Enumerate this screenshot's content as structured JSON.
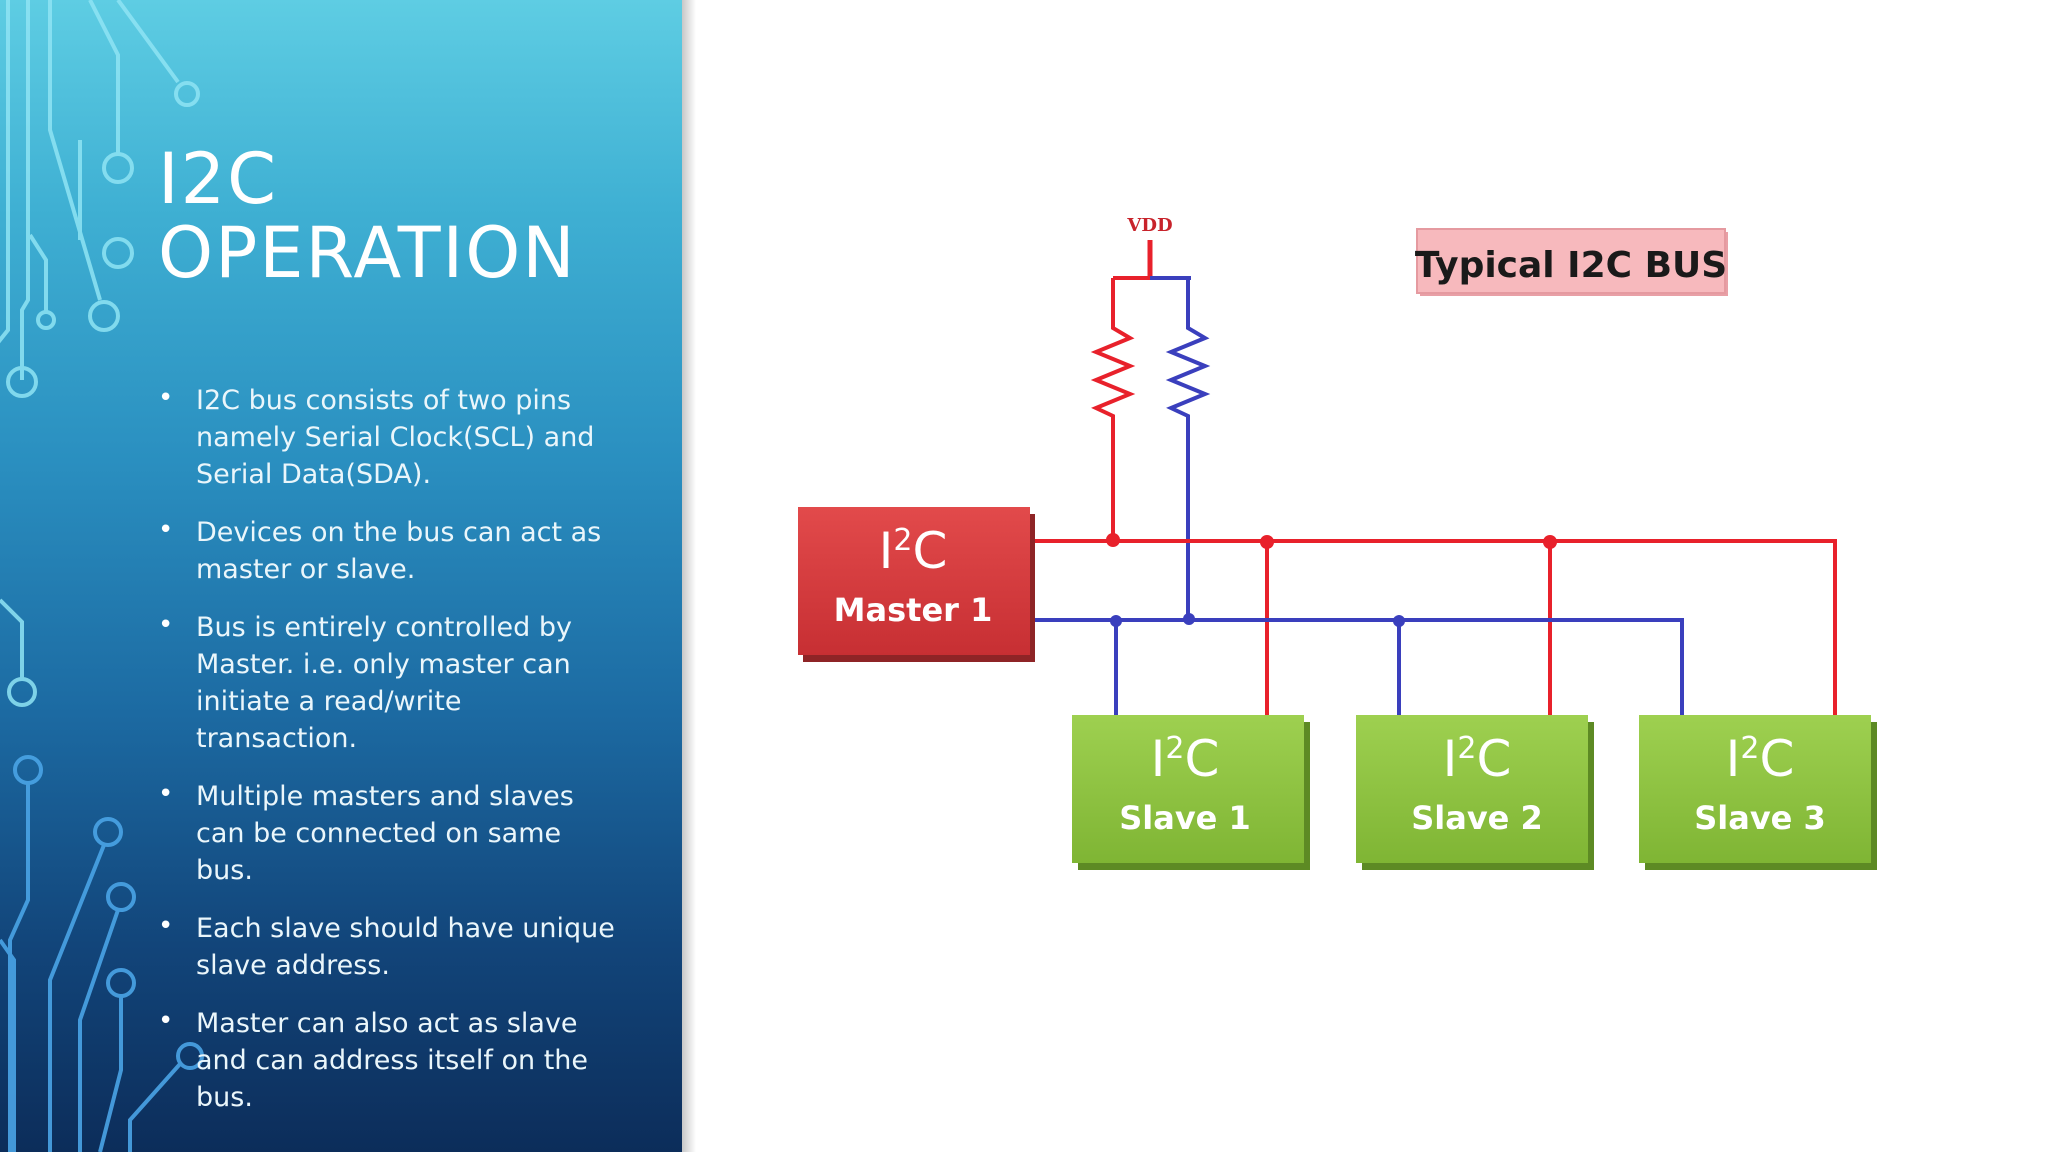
{
  "slide": {
    "title_lines": [
      "I2C",
      "OPERATION"
    ],
    "bullets": [
      "I2C bus consists of two pins namely Serial Clock(SCL) and Serial Data(SDA).",
      "Devices on the bus can act as master or slave.",
      "Bus is entirely controlled by Master. i.e. only master can initiate a read/write transaction.",
      "Multiple masters and slaves can be connected on same bus.",
      "Each slave should have unique slave address.",
      "Master can also act as slave and can address itself on the bus."
    ]
  },
  "diagram": {
    "banner": "Typical I2C BUS",
    "supply_label": "VDD",
    "master": {
      "prefix": "I",
      "superscript": "2",
      "suffix": "C",
      "name": "Master 1"
    },
    "slaves": [
      {
        "prefix": "I",
        "superscript": "2",
        "suffix": "C",
        "name": "Slave 1"
      },
      {
        "prefix": "I",
        "superscript": "2",
        "suffix": "C",
        "name": "Slave 2"
      },
      {
        "prefix": "I",
        "superscript": "2",
        "suffix": "C",
        "name": "Slave 3"
      }
    ]
  },
  "colors": {
    "scl_line": "#e8212b",
    "sda_line": "#3a3fbd",
    "master_box": "#d93a3c",
    "slave_box": "#8dc63f",
    "banner_bg": "#f7b9bd"
  }
}
